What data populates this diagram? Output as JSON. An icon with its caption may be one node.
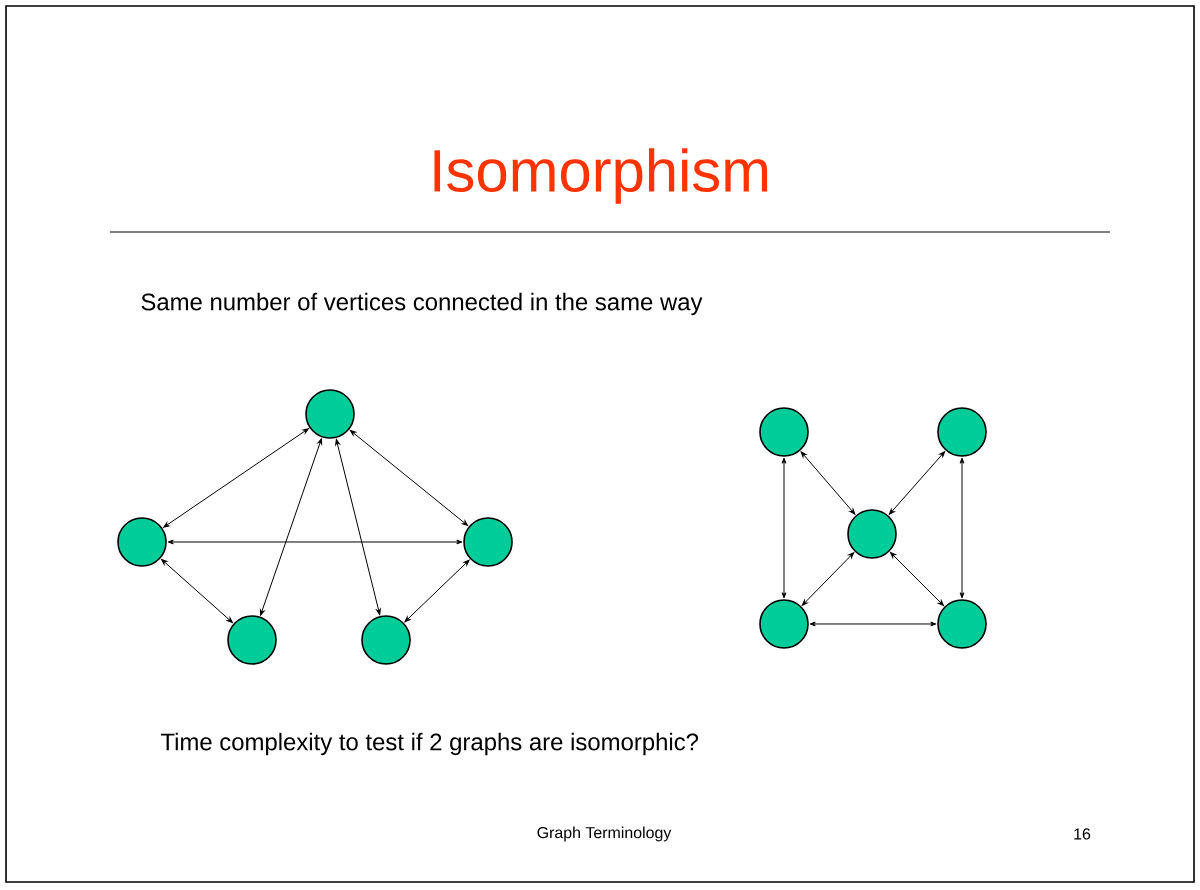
{
  "diagram": {
    "title": "Isomorphism",
    "nodes": [
      {
        "text": [],
        "shape": "circle"
      },
      {
        "text": [],
        "shape": "circle"
      },
      {
        "text": [],
        "shape": "circle"
      },
      {
        "text": [],
        "shape": "circle"
      },
      {
        "text": [],
        "shape": "circle"
      },
      {
        "text": [],
        "shape": "circle"
      },
      {
        "text": [],
        "shape": "circle"
      },
      {
        "text": [],
        "shape": "circle"
      },
      {
        "text": [],
        "shape": "circle"
      },
      {
        "text": [],
        "shape": "circle"
      }
    ],
    "edges": [
      {
        "from": 0,
        "to": 1,
        "arrow": "both"
      },
      {
        "from": 0,
        "to": 2,
        "arrow": "both"
      },
      {
        "from": 1,
        "to": 2,
        "arrow": "both"
      },
      {
        "from": 0,
        "to": 3,
        "arrow": "both"
      },
      {
        "from": 0,
        "to": 4,
        "arrow": "both"
      },
      {
        "from": 1,
        "to": 3,
        "arrow": "both"
      },
      {
        "from": 2,
        "to": 4,
        "arrow": "both"
      },
      {
        "from": 5,
        "to": 8,
        "arrow": "both"
      },
      {
        "from": 6,
        "to": 9,
        "arrow": "both"
      },
      {
        "from": 5,
        "to": 7,
        "arrow": "both"
      },
      {
        "from": 6,
        "to": 7,
        "arrow": "both"
      },
      {
        "from": 7,
        "to": 8,
        "arrow": "both"
      },
      {
        "from": 7,
        "to": 9,
        "arrow": "both"
      },
      {
        "from": 8,
        "to": 9,
        "arrow": "both"
      }
    ],
    "labels": [
      "Same number of vertices connected in the same way",
      "Time complexity to test if 2 graphs are isomorphic?",
      "Graph Terminology",
      "16"
    ]
  }
}
